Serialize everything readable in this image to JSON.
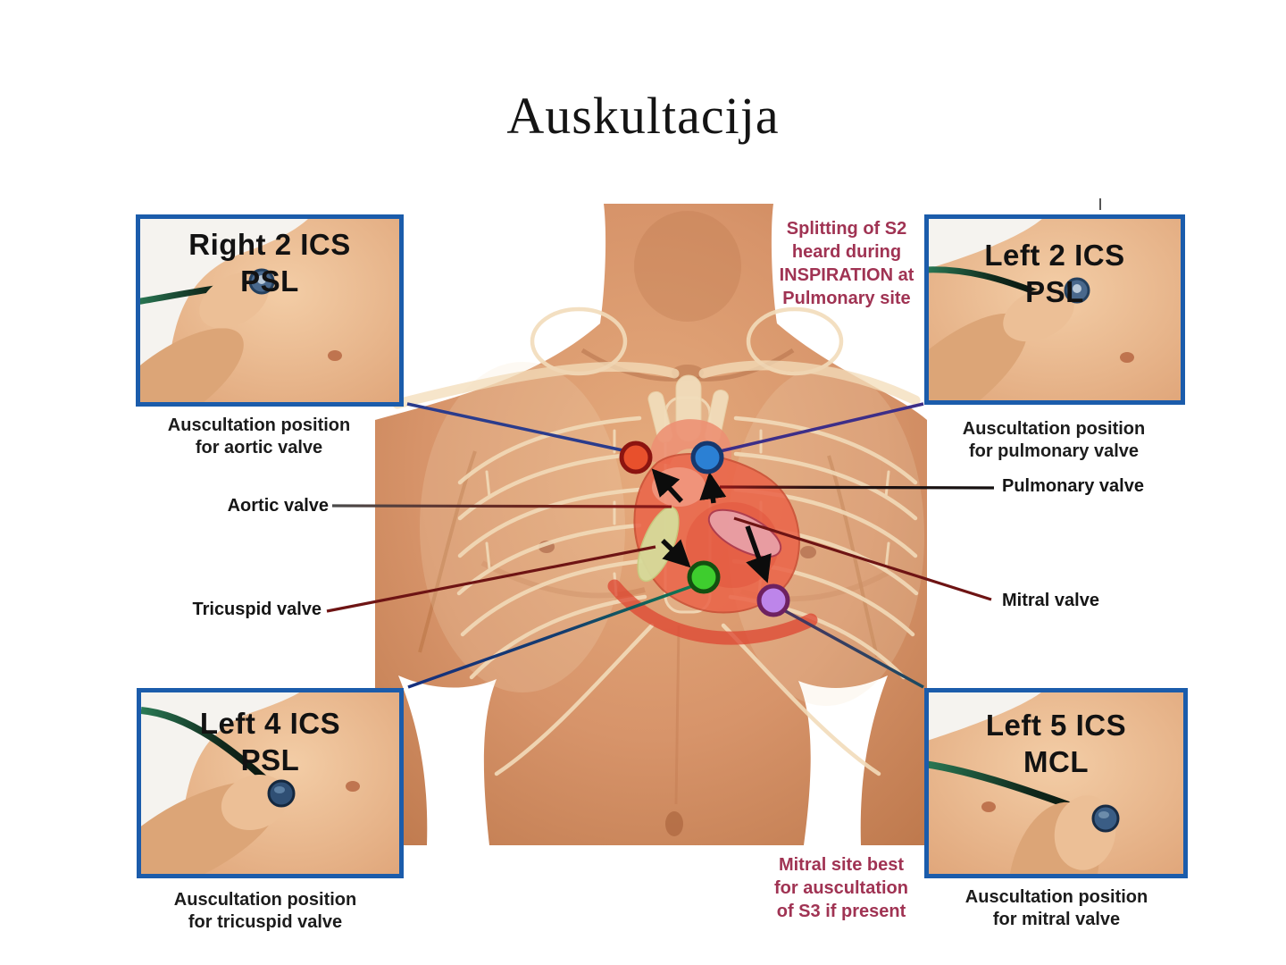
{
  "title": "Auskultacija",
  "insets": {
    "top_left": {
      "label": "Right 2 ICS\nPSL",
      "caption": "Auscultation position\nfor aortic valve"
    },
    "top_right": {
      "label": "Left 2 ICS\nPSL",
      "caption": "Auscultation position\nfor pulmonary valve"
    },
    "bottom_left": {
      "label": "Left 4 ICS\nPSL",
      "caption": "Auscultation position\nfor tricuspid valve"
    },
    "bottom_right": {
      "label": "Left 5 ICS\nMCL",
      "caption": "Auscultation position\nfor mitral valve"
    }
  },
  "valve_labels": {
    "aortic": "Aortic valve",
    "pulmonary": "Pulmonary valve",
    "tricuspid": "Tricuspid valve",
    "mitral": "Mitral valve"
  },
  "notes": {
    "s2_splitting": "Splitting of S2\nheard during\nINSPIRATION at\nPulmonary site",
    "s3_mitral": "Mitral site best\nfor auscultation\nof S3 if present"
  },
  "sites": {
    "aortic": {
      "marker_color": "#e8502c",
      "ring_color": "#8c1410"
    },
    "pulmonary": {
      "marker_color": "#2b80d4",
      "ring_color": "#16386e"
    },
    "tricuspid": {
      "marker_color": "#3ecd2e",
      "ring_color": "#135010"
    },
    "mitral": {
      "marker_color": "#bd85ea",
      "ring_color": "#6e2160"
    }
  },
  "colors": {
    "inset_border": "#1b5cab",
    "note_text": "#a03353",
    "label_text": "#121212"
  }
}
